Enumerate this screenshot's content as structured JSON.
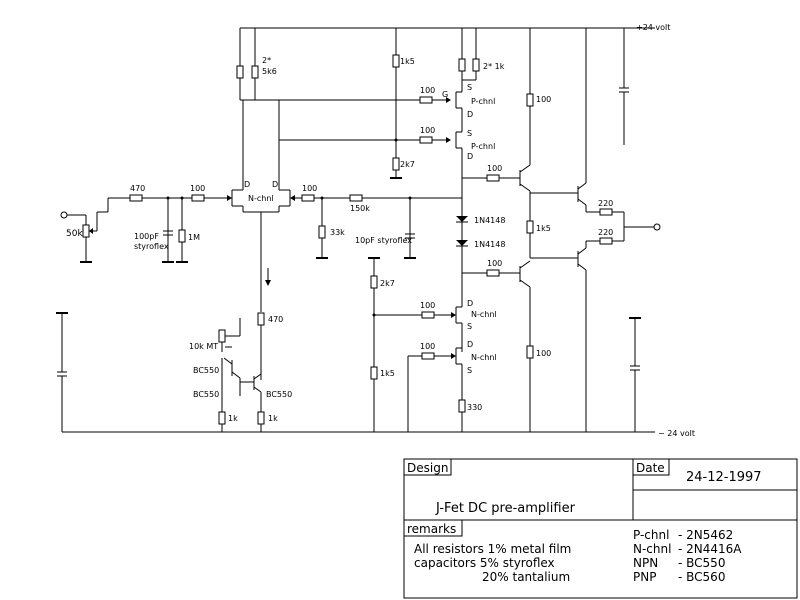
{
  "schematic": {
    "supply_pos": "+24 volt",
    "supply_neg": "− 24 volt",
    "labels": {
      "r_2x5k6_a": "2*",
      "r_2x5k6_b": "5k6",
      "r_1k5_top": "1k5",
      "r_2x1k": "2* 1k",
      "r_100_p1": "100",
      "g_label": "G",
      "d_label": "D",
      "s_label": "S",
      "p_chnl": "P-chnl",
      "r_100_p2": "100",
      "r_2k7_top": "2k7",
      "r_100_out_top": "100",
      "r_100_vert_top": "100",
      "r_470_in": "470",
      "r_100_in": "100",
      "n_chnl": "N-chnl",
      "r_100_fb": "100",
      "r_150k": "150k",
      "r_33k": "33k",
      "pot_50k": "50k",
      "c_100pf": "100pF",
      "styroflex": "styroflex",
      "r_1m": "1M",
      "c_10pf": "10pF styroflex",
      "d1": "1N4148",
      "d2": "1N4148",
      "r_1k5_mid": "1k5",
      "r_220_a": "220",
      "r_220_b": "220",
      "r_100_out_bot": "100",
      "r_2k7_bot": "2k7",
      "r_100_n1": "100",
      "r_100_n2": "100",
      "r_1k5_bot": "1k5",
      "r_100_vert_bot": "100",
      "r_330": "330",
      "r_470_tail": "470",
      "pot_10k": "10k MT",
      "bc550_a": "BC550",
      "bc550_b": "BC550",
      "bc550_c": "BC550",
      "r_1k_a": "1k",
      "r_1k_b": "1k"
    }
  },
  "title_block": {
    "design_heading": "Design",
    "design_title": "J-Fet DC pre-amplifier",
    "date_heading": "Date",
    "date_value": "24-12-1997",
    "remarks_heading": "remarks",
    "remarks_lines": [
      "All resistors 1% metal film",
      "capacitors    5% styroflex",
      "20% tantalium"
    ],
    "parts": [
      {
        "type": "P-chnl",
        "part": "- 2N5462"
      },
      {
        "type": "N-chnl",
        "part": "- 2N4416A"
      },
      {
        "type": "NPN",
        "part": "- BC550"
      },
      {
        "type": "PNP",
        "part": "- BC560"
      }
    ]
  }
}
